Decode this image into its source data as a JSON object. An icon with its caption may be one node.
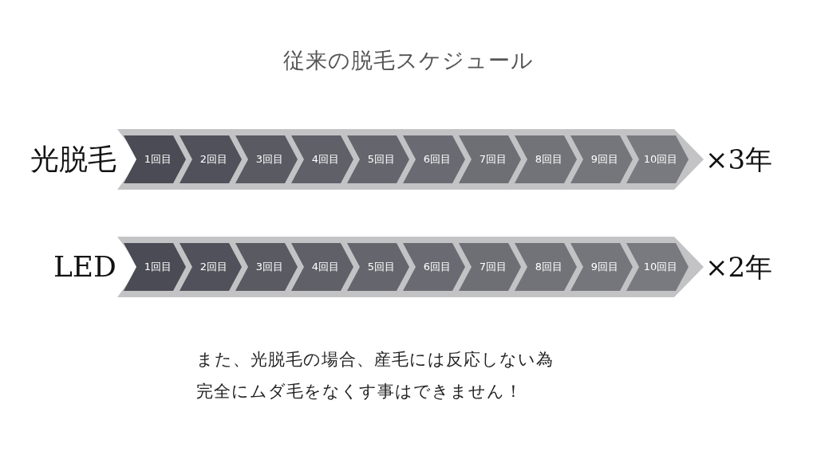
{
  "diagram": {
    "title": "従来の脱毛スケジュール",
    "nodes": [
      {
        "text": [],
        "shape": "bar",
        "beside": [
          "光脱毛",
          "×3年"
        ]
      },
      {
        "text": [
          "1回目"
        ],
        "in": 0
      },
      {
        "text": [
          "2回目"
        ],
        "in": 0
      },
      {
        "text": [
          "3回目"
        ],
        "in": 0
      },
      {
        "text": [
          "4回目"
        ],
        "in": 0
      },
      {
        "text": [
          "5回目"
        ],
        "in": 0
      },
      {
        "text": [
          "6回目"
        ],
        "in": 0
      },
      {
        "text": [
          "7回目"
        ],
        "in": 0
      },
      {
        "text": [
          "8回目"
        ],
        "in": 0
      },
      {
        "text": [
          "9回目"
        ],
        "in": 0
      },
      {
        "text": [
          "10回目"
        ],
        "in": 0
      },
      {
        "text": [],
        "shape": "bar",
        "beside": [
          "LED",
          "×2年"
        ]
      },
      {
        "text": [
          "1回目"
        ],
        "in": 11
      },
      {
        "text": [
          "2回目"
        ],
        "in": 11
      },
      {
        "text": [
          "3回目"
        ],
        "in": 11
      },
      {
        "text": [
          "4回目"
        ],
        "in": 11
      },
      {
        "text": [
          "5回目"
        ],
        "in": 11
      },
      {
        "text": [
          "6回目"
        ],
        "in": 11
      },
      {
        "text": [
          "7回目"
        ],
        "in": 11
      },
      {
        "text": [
          "8回目"
        ],
        "in": 11
      },
      {
        "text": [
          "9回目"
        ],
        "in": 11
      },
      {
        "text": [
          "10回目"
        ],
        "in": 11
      }
    ],
    "labels": [
      "また、光脱毛の場合、産毛には反応しない為",
      "完全にムダ毛をなくす事はできません！"
    ]
  }
}
